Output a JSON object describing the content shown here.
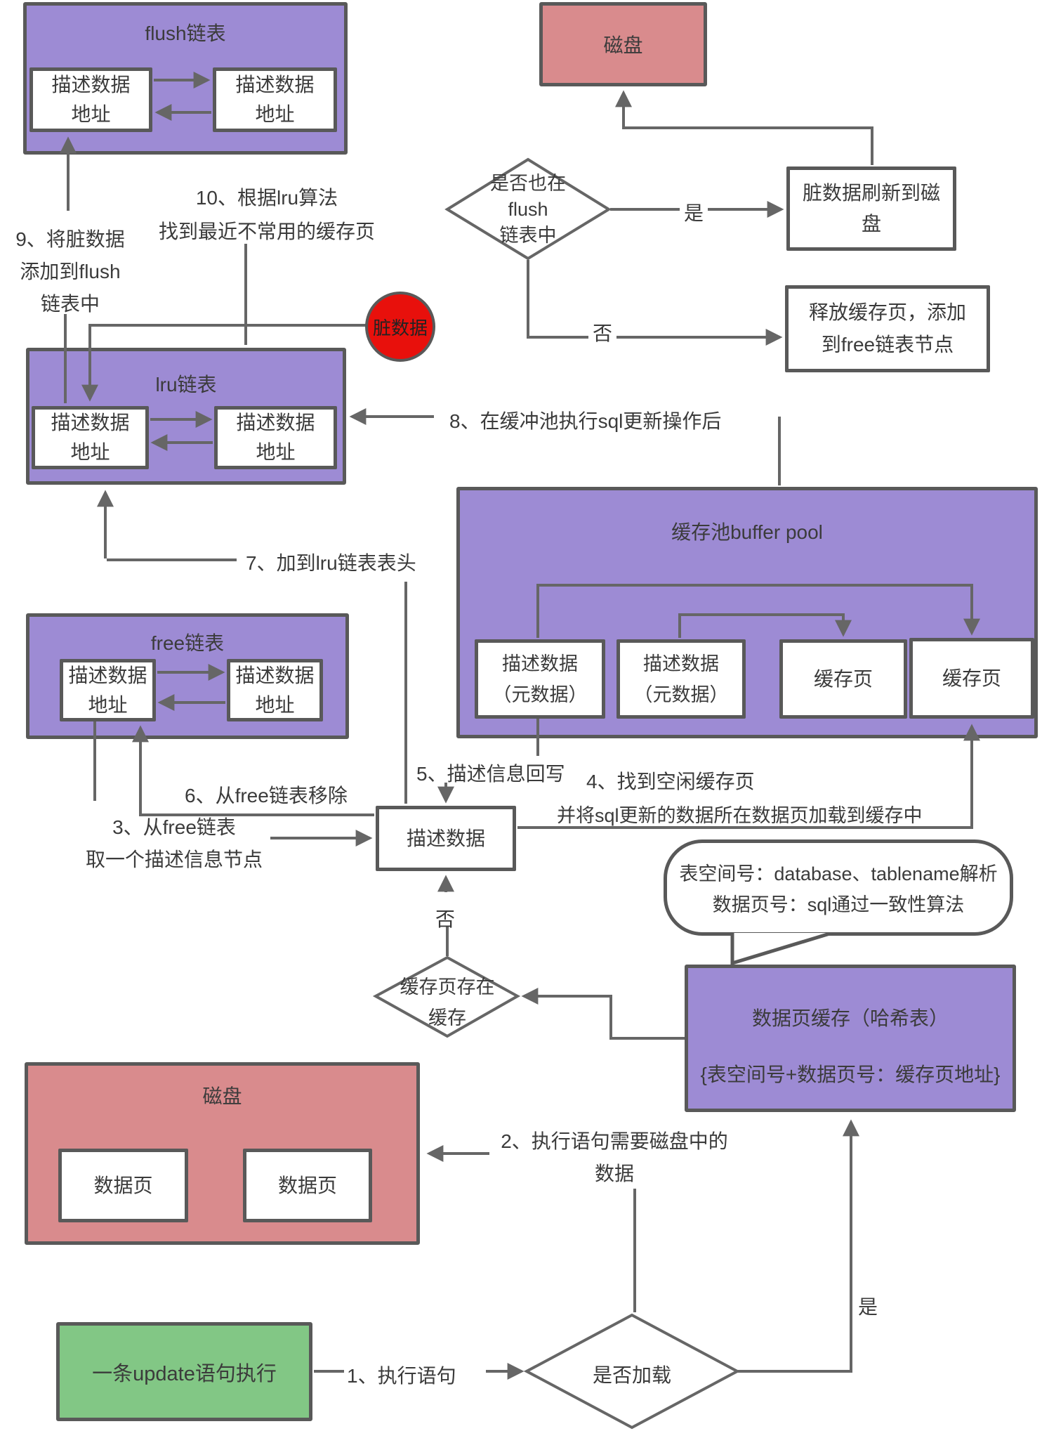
{
  "d": {
    "flush": {
      "title": "flush链表",
      "n1l1": "描述数据",
      "n1l2": "地址",
      "n2l1": "描述数据",
      "n2l2": "地址"
    },
    "disk_top": {
      "title": "磁盘"
    },
    "dec_flush": {
      "l1": "是否也在",
      "l2": "flush",
      "l3": "链表中"
    },
    "flush_disk": {
      "l1": "脏数据刷新到磁",
      "l2": "盘"
    },
    "release": {
      "l1": "释放缓存页，添加",
      "l2": "到free链表节点"
    },
    "dirty": {
      "label": "脏数据"
    },
    "lru": {
      "title": "lru链表",
      "n1l1": "描述数据",
      "n1l2": "地址",
      "n2l1": "描述数据",
      "n2l2": "地址"
    },
    "free": {
      "title": "free链表",
      "n1l1": "描述数据",
      "n1l2": "地址",
      "n2l1": "描述数据",
      "n2l2": "地址"
    },
    "buffer": {
      "title": "缓存池buffer pool",
      "m1l1": "描述数据",
      "m1l2": "（元数据）",
      "m2l1": "描述数据",
      "m2l2": "（元数据）",
      "p1": "缓存页",
      "p2": "缓存页"
    },
    "describe": {
      "label": "描述数据"
    },
    "bubble": {
      "l1": "表空间号：database、tablename解析",
      "l2": "数据页号：sql通过一致性算法"
    },
    "page_cache": {
      "l1": "数据页缓存（哈希表）",
      "l2": "{表空间号+数据页号：缓存页地址}"
    },
    "dec_cache": {
      "l1": "缓存页存在",
      "l2": "缓存"
    },
    "disk_bottom": {
      "title": "磁盘",
      "p1": "数据页",
      "p2": "数据页"
    },
    "dec_load": {
      "label": "是否加载"
    },
    "green": {
      "label": "一条update语句执行"
    },
    "steps": {
      "s1": "1、执行语句",
      "s2l1": "2、执行语句需要磁盘中的",
      "s2l2": "数据",
      "s3l1": "3、从free链表",
      "s3l2": "取一个描述信息节点",
      "s4l1": "4、找到空闲缓存页",
      "s4l2": "并将sql更新的数据所在数据页加载到缓存中",
      "s5": "5、描述信息回写",
      "s6": "6、从free链表移除",
      "s7": "7、加到lru链表表头",
      "s8": "8、在缓冲池执行sql更新操作后",
      "s9l1": "9、将脏数据",
      "s9l2": "添加到flush",
      "s9l3": "链表中",
      "s10l1": "10、根据lru算法",
      "s10l2": "找到最近不常用的缓存页"
    },
    "yes_no": {
      "yes1": "是",
      "no1": "否",
      "yes2": "是",
      "no2": "否"
    },
    "colors": {
      "purple": "#9d8bd4",
      "salmon": "#d98b8d",
      "red": "#e8100c",
      "green": "#82c785",
      "line": "#666666",
      "border": "#595959"
    }
  }
}
